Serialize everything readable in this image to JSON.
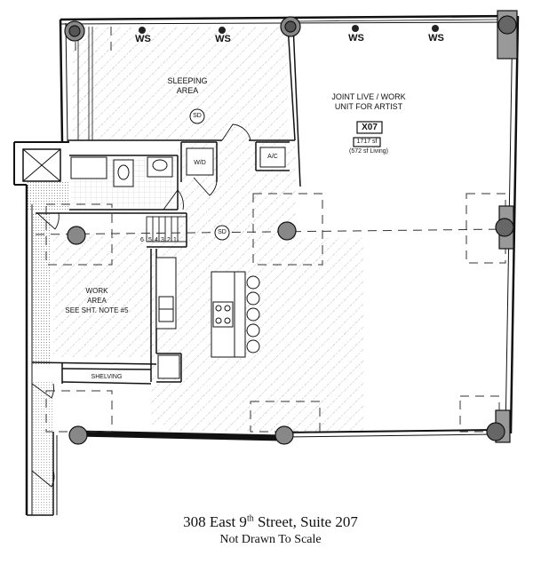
{
  "plan": {
    "workstation_label": "WS",
    "sleeping_area": {
      "line1": "SLEEPING",
      "line2": "AREA"
    },
    "smoke_detector": "SD",
    "unit": {
      "line1": "JOINT LIVE / WORK",
      "line2": "UNIT FOR ARTIST",
      "unit_number": "X07",
      "area": "1717 sf",
      "living": "(572 sf Living)"
    },
    "washer_dryer": "W/D",
    "ac": "A/C",
    "stair_numbers": [
      "6",
      "5",
      "4",
      "3",
      "2",
      "1"
    ],
    "work_area": {
      "line1": "WORK",
      "line2": "AREA",
      "line3": "SEE SHT. NOTE #5"
    },
    "shelving": "SHELVING"
  },
  "caption": {
    "address_prefix": "308 East 9",
    "address_superscript": "th",
    "address_suffix": " Street, Suite 207",
    "note": "Not Drawn To Scale"
  }
}
